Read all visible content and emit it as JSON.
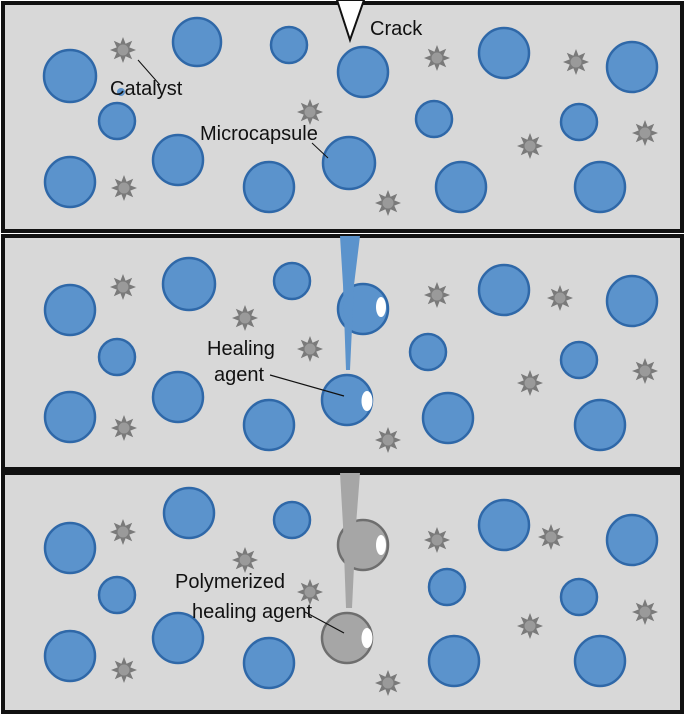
{
  "colors": {
    "panel_fill": "#d8d8d8",
    "panel_border": "#111111",
    "capsule_fill": "#5b93cc",
    "capsule_stroke": "#2f68a8",
    "catalyst": "#7a7a7a",
    "healing_agent": "#5b93cc",
    "polymerized": "#a6a6a6",
    "polymerized_stroke": "#6e6e6e"
  },
  "icons": {
    "capsule": "microcapsule-circle",
    "catalyst": "catalyst-star",
    "crack": "crack-notch"
  },
  "panels": [
    {
      "name": "crack-formation",
      "labels": {
        "crack": "Crack",
        "catalyst": "Catalyst",
        "microcapsule": "Microcapsule"
      }
    },
    {
      "name": "crack-propagation",
      "labels": {
        "healing_line1": "Healing",
        "healing_line2": "agent"
      }
    },
    {
      "name": "healed",
      "labels": {
        "polymerized_line1": "Polymerized",
        "polymerized_line2": "healing agent"
      }
    }
  ]
}
